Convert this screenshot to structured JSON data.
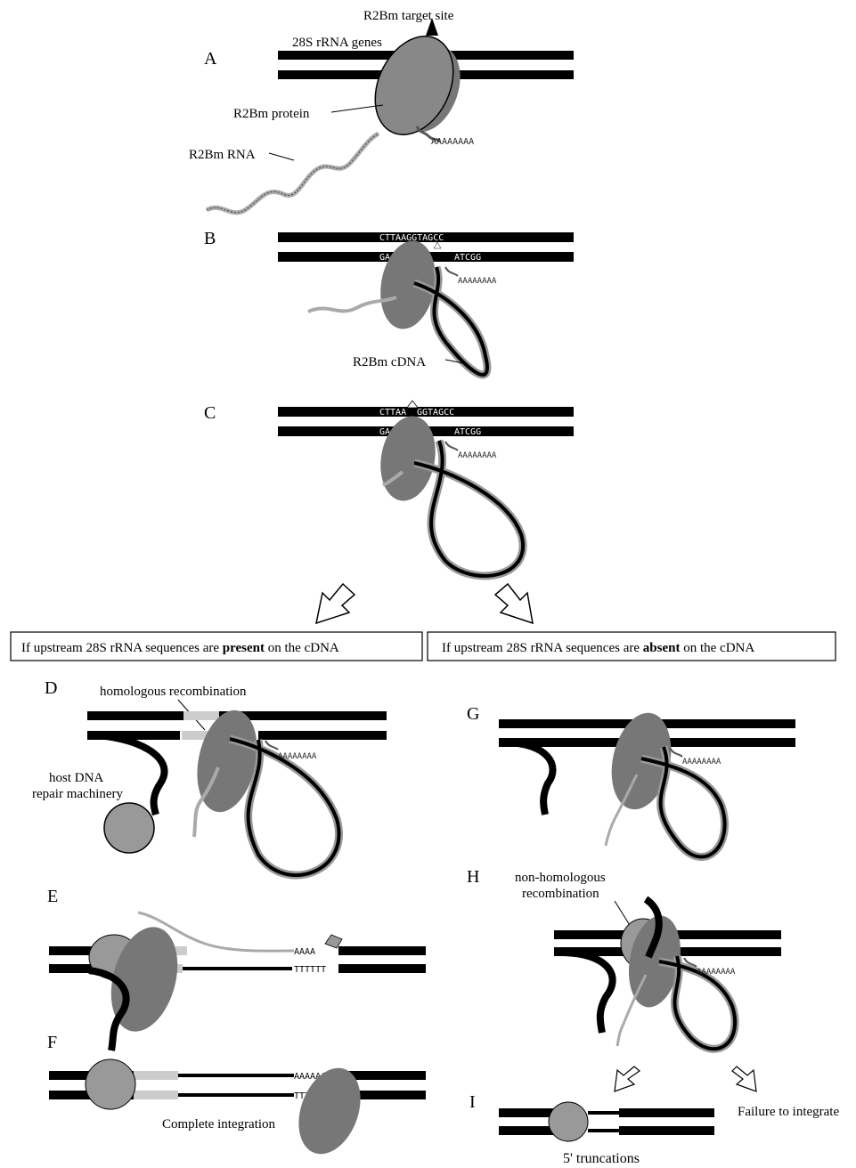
{
  "panels": {
    "a": "A",
    "b": "B",
    "c": "C",
    "d": "D",
    "e": "E",
    "f": "F",
    "g": "G",
    "h": "H",
    "i": "I"
  },
  "labels": {
    "target_site": "R2Bm target site",
    "rrna_genes": "28S rRNA genes",
    "protein": "R2Bm protein",
    "rna": "R2Bm RNA",
    "polya": "AAAAAAAA",
    "cdna": "R2Bm cDNA",
    "homologous": "homologous recombination",
    "host_repair_1": "host DNA",
    "host_repair_2": "repair machinery",
    "nonhomologous_1": "non-homologous",
    "nonhomologous_2": "recombination",
    "complete": "Complete integration",
    "failure": "Failure to integrate",
    "truncations": "5' truncations",
    "e_top_seq": "AAAA",
    "e_bottom_seq": "TTTTTT",
    "f_top_seq": "AAAAAA",
    "f_bottom_seq": "TTTTTT"
  },
  "sequences": {
    "b_top": "CTTAAGGTAGCC",
    "b_bottom_left": "GAATTCC",
    "b_bottom_right": "ATCGG",
    "c_top_left": "CTTAA",
    "c_top_right": "GGTAGCC",
    "c_bottom_left": "GAATTCC",
    "c_bottom_right": "ATCGG"
  },
  "branches": {
    "left_pre": "If upstream 28S rRNA sequences are ",
    "left_bold": "present",
    "left_post": " on the cDNA",
    "right_pre": "If upstream 28S rRNA sequences are ",
    "right_bold": "absent",
    "right_post": " on the cDNA"
  }
}
